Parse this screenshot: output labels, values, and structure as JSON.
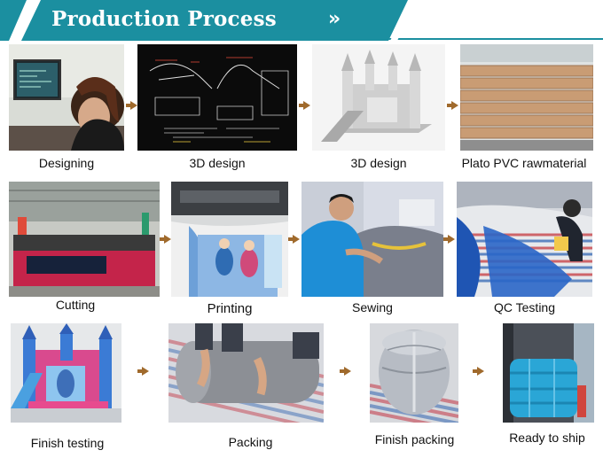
{
  "header": {
    "title": "Production Process",
    "chevron": "»",
    "colors": {
      "banner": "#1b8fa0",
      "banner_dark": "#136d7a",
      "accent_line": "#1b8fa0"
    }
  },
  "steps": [
    {
      "label": "Designing",
      "icon": "designer-at-computer"
    },
    {
      "label": "3D design",
      "icon": "cad-blueprint"
    },
    {
      "label": "3D design",
      "icon": "castle-3d-model"
    },
    {
      "label": "Plato PVC rawmaterial",
      "icon": "pvc-fabric-rolls"
    },
    {
      "label": "Cutting",
      "icon": "cutting-machine"
    },
    {
      "label": "Printing",
      "icon": "printed-banner"
    },
    {
      "label": "Sewing",
      "icon": "worker-sewing"
    },
    {
      "label": "QC Testing",
      "icon": "qc-inspection"
    },
    {
      "label": "Finish testing",
      "icon": "inflated-castle"
    },
    {
      "label": "Packing",
      "icon": "rolling-product"
    },
    {
      "label": "Finish packing",
      "icon": "wrapped-package"
    },
    {
      "label": "Ready to ship",
      "icon": "loaded-container"
    }
  ]
}
